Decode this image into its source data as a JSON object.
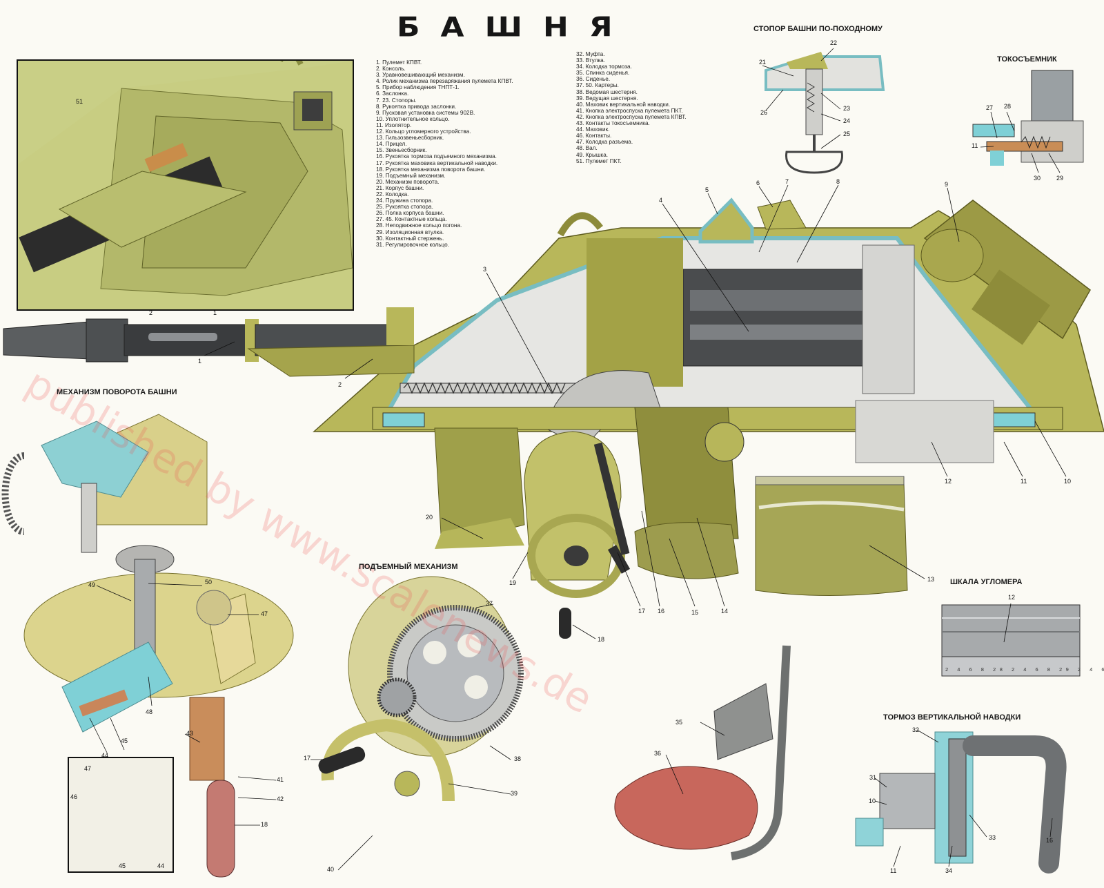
{
  "title": "БАШНЯ",
  "sections": {
    "stopor": "СТОПОР БАШНИ ПО-ПОХОДНОМУ",
    "tokos": "ТОКОСЪЕМНИК",
    "povorot": "МЕХАНИЗМ ПОВОРОТА БАШНИ",
    "podem": "ПОДЪЕМНЫЙ МЕХАНИЗМ",
    "shkala": "ШКАЛА УГЛОМЕРА",
    "tormoz": "ТОРМОЗ ВЕРТИКАЛЬНОЙ НАВОДКИ"
  },
  "legend_left": [
    "1. Пулемет КПВТ.",
    "2. Консоль.",
    "3. Уравновешивающий механизм.",
    "4. Ролик механизма перезаряжания пулемета КПВТ.",
    "5. Прибор наблюдения ТНПТ-1.",
    "6. Заслонка.",
    "7. 23. Стопоры.",
    "8. Рукоятка привода заслонки.",
    "9. Пусковая установка системы 902В.",
    "10. Уплотнительное кольцо.",
    "11. Изолятор.",
    "12. Кольцо угломерного устройства.",
    "13. Гильзозвеньесборник.",
    "14. Прицел.",
    "15. Звеньесборник.",
    "16. Рукоятка тормоза подъемного механизма.",
    "17. Рукоятка маховика вертикальной наводки.",
    "18. Рукоятка механизма поворота башни.",
    "19. Подъемный механизм.",
    "20. Механизм поворота.",
    "21. Корпус башни.",
    "22. Колодка.",
    "24. Пружина стопора.",
    "25. Рукоятка стопора.",
    "26. Полка корпуса башни.",
    "27. 45. Контактные кольца.",
    "28. Неподвижное кольцо погона.",
    "29. Изоляционная втулка.",
    "30. Контактный стержень.",
    "31. Регулировочное кольцо."
  ],
  "legend_right": [
    "32. Муфта.",
    "33. Втулка.",
    "34. Колодка тормоза.",
    "35. Спинка сиденья.",
    "36. Сиденье.",
    "37. 50. Картеры.",
    "38. Ведомая шестерня.",
    "39. Ведущая шестерня.",
    "40. Маховик вертикальной наводки.",
    "41. Кнопка электроспуска пулемета ПКТ.",
    "42. Кнопка электроспуска пулемета КПВТ.",
    "43. Контакты токосъемника.",
    "44. Маховик.",
    "46. Контакты.",
    "47. Колодка разъема.",
    "48. Вал.",
    "49. Крышка.",
    "51. Пулемет ПКТ."
  ],
  "callouts": {
    "c1a": "1",
    "c1b": "1",
    "c2a": "2",
    "c2b": "2",
    "c51": "51",
    "c3": "3",
    "c4": "4",
    "c5": "5",
    "c6": "6",
    "c7": "7",
    "c8": "8",
    "c9": "9",
    "c10a": "10",
    "c11a": "11",
    "c12a": "12",
    "c13": "13",
    "c14": "14",
    "c15": "15",
    "c16a": "16",
    "c17a": "17",
    "c18a": "18",
    "c19": "19",
    "c20": "20",
    "c21": "21",
    "c22": "22",
    "c23": "23",
    "c24": "24",
    "c25": "25",
    "c26": "26",
    "c27": "27",
    "c28": "28",
    "c29": "29",
    "c30": "30",
    "c11b": "11",
    "c49": "49",
    "c50": "50",
    "c47a": "47",
    "c48": "48",
    "c44a": "44",
    "c45a": "45",
    "c43": "43",
    "c41": "41",
    "c42": "42",
    "c18b": "18",
    "c47b": "47",
    "c46": "46",
    "c45b": "45",
    "c44b": "44",
    "c37": "37",
    "c38": "38",
    "c39": "39",
    "c40": "40",
    "c17b": "17",
    "c35": "35",
    "c36": "36",
    "c12b": "12",
    "c32": "32",
    "c31": "31",
    "c10b": "10",
    "c11c": "11",
    "c34": "34",
    "c33": "33",
    "c16b": "16"
  },
  "scale_ticks": "2 4 6 8 28 2 4 6 8 29 2 4 6",
  "watermark": "published by www.scalenews.de",
  "colors": {
    "olive": "#b8b75a",
    "olive_dark": "#7f7d2e",
    "olive_light": "#d4d38a",
    "cut_cyan": "#7fd0d6",
    "steel": "#b9bcbf",
    "steel_dark": "#55585b",
    "gun_black": "#2e2e2e",
    "seat_red": "#c8675c",
    "copper": "#c88a5a"
  }
}
